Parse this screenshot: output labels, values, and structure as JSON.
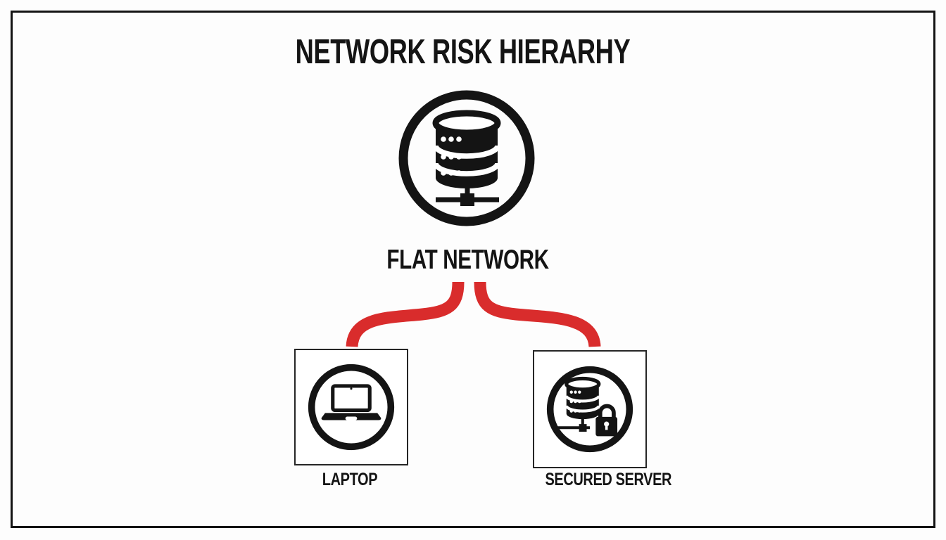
{
  "diagram": {
    "title": "NETWORK RISK HIERARHY",
    "root": {
      "label": "FLAT NETWORK",
      "icon": "database-server-icon"
    },
    "children": [
      {
        "label": "LAPTOP",
        "icon": "laptop-icon"
      },
      {
        "label": "SECURED SERVER",
        "icon": "secured-server-lock-icon"
      }
    ],
    "colors": {
      "connector_red": "#d92c2c",
      "ink_black": "#141414",
      "background": "#fdfdfd"
    }
  }
}
